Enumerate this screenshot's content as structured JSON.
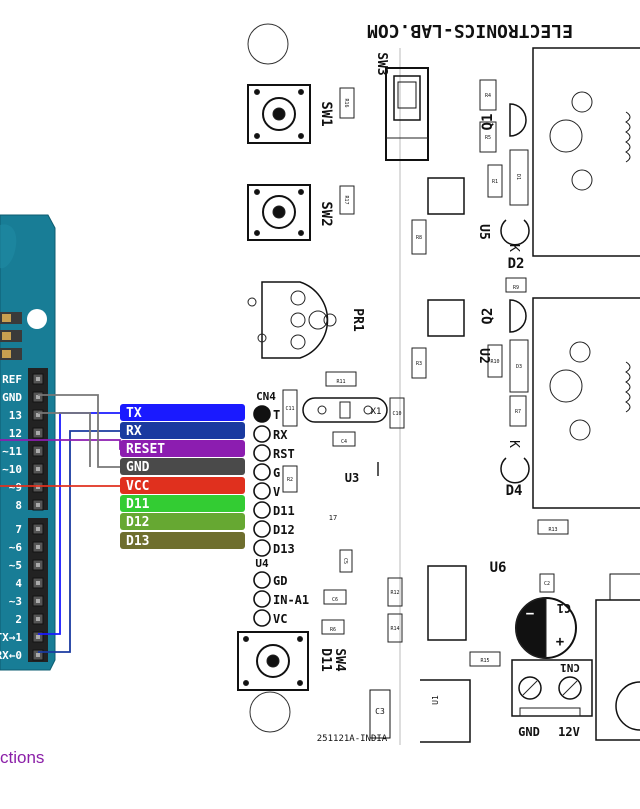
{
  "board": {
    "title": "ELECTRONICS-LAB.COM",
    "board_code": "251121A-INDIA",
    "chip_label": "17"
  },
  "arduino": {
    "pin_labels": [
      "REF",
      "GND",
      "13",
      "12",
      "~11",
      "~10",
      "~9",
      "8",
      "7",
      "~6",
      "~5",
      "4",
      "~3",
      "2",
      "TX→1",
      "RX←0"
    ]
  },
  "connector_cn4": {
    "name": "CN4",
    "pins": [
      "T",
      "RX",
      "RST",
      "G",
      "V",
      "D11",
      "D12",
      "D13"
    ]
  },
  "connector_u4": {
    "name": "U4",
    "pins": [
      "GD",
      "IN-A1",
      "VC"
    ]
  },
  "wire_labels": [
    {
      "text": "TX",
      "color": "#1a1aff"
    },
    {
      "text": "RX",
      "color": "#1a3aa0"
    },
    {
      "text": "RESET",
      "color": "#8c1db0"
    },
    {
      "text": "GND",
      "color": "#4a4a4a"
    },
    {
      "text": "VCC",
      "color": "#e0301e"
    },
    {
      "text": "D11",
      "color": "#33cc33"
    },
    {
      "text": "D12",
      "color": "#66a832"
    },
    {
      "text": "D13",
      "color": "#6e6e2e"
    }
  ],
  "components": {
    "sw1": "SW1",
    "sw2": "SW2",
    "sw3": "SW3",
    "sw4": "SW4",
    "d11_sw": "D11",
    "pr1": "PR1",
    "q1": "Q1",
    "q2": "Q2",
    "u1": "U1",
    "u2": "U2",
    "u3": "U3",
    "u5": "U5",
    "u6": "U6",
    "d2": "D2",
    "d4": "D4",
    "k1": "K",
    "k2": "K",
    "x1": "X1",
    "c1": "C1",
    "cn1": "CN1",
    "c3": "C3",
    "plus": "+",
    "minus": "−",
    "r16": "R16",
    "r17": "R17",
    "r4": "R4",
    "r5": "R5",
    "r1": "R1",
    "r8": "R8",
    "r3": "R3",
    "r9": "R9",
    "r10": "R10",
    "r7": "R7",
    "r2": "R2",
    "r6": "R6",
    "r12": "R12",
    "r14": "R14",
    "r13": "R13",
    "r15": "R15",
    "r11": "R11",
    "c11": "C11",
    "c10": "C10",
    "c4": "C4",
    "c5": "C5",
    "c6": "C6",
    "c2": "C2",
    "d1": "D1",
    "d3": "D3"
  },
  "terminal": {
    "gnd": "GND",
    "v12": "12V"
  },
  "caption": "ctions",
  "colors": {
    "arduino": "#187d96",
    "pcb_line": "#222222",
    "red": "#e0301e",
    "blue": "#1a1aff",
    "purple": "#8c1db0",
    "gray": "#777777"
  }
}
